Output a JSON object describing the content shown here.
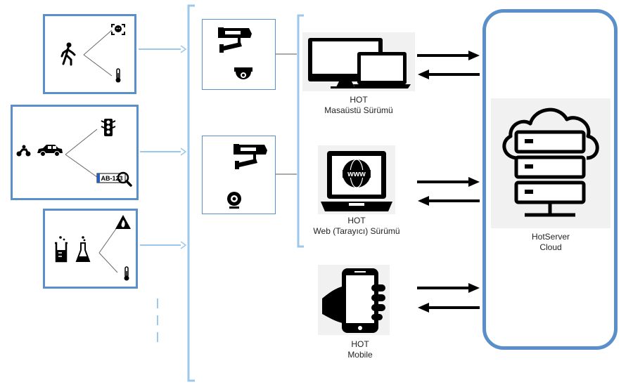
{
  "clients": [
    {
      "id": "desktop",
      "name": "HOT",
      "subtitle": "Masaüstü Sürümü"
    },
    {
      "id": "web",
      "name": "HOT",
      "subtitle": "Web (Tarayıcı) Sürümü"
    },
    {
      "id": "mobile",
      "name": "HOT",
      "subtitle": "Mobile"
    }
  ],
  "server": {
    "name": "HotServer",
    "subtitle": "Cloud"
  },
  "plate": {
    "text": "AB-123"
  },
  "web_icon": {
    "text": "www"
  },
  "colors": {
    "accent": "#5b8fc9",
    "connector": "#9cc8ec",
    "ink": "#000000"
  },
  "icons": {
    "scenario_1": [
      "walking-person-icon",
      "face-recognition-icon",
      "thermometer-icon"
    ],
    "scenario_2": [
      "motorcycle-icon",
      "car-icon",
      "traffic-light-icon",
      "license-plate-icon",
      "magnifier-icon"
    ],
    "scenario_3": [
      "beaker-icon",
      "flask-icon",
      "fire-warning-icon",
      "thermometer-icon"
    ],
    "cameras_1": [
      "bullet-camera-icon",
      "dome-camera-icon"
    ],
    "cameras_2": [
      "bullet-camera-icon",
      "webcam-icon"
    ]
  }
}
